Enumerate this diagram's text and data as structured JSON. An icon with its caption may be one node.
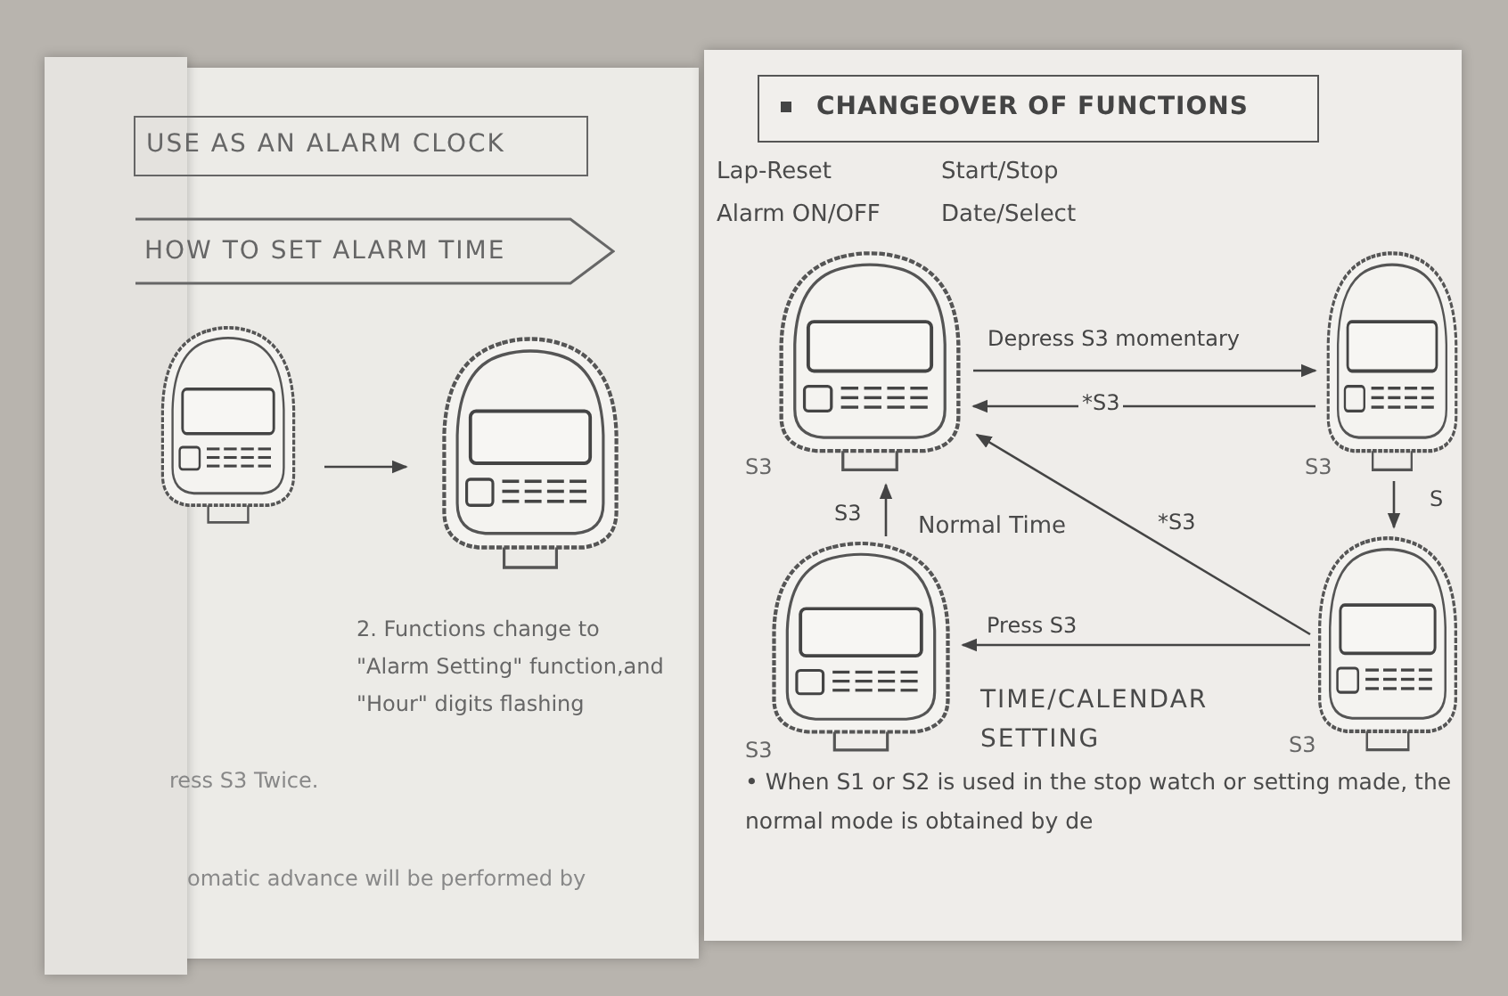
{
  "diagram": {
    "nodes": [
      {
        "text": [
          "USE AS AN ALARM CLOCK"
        ]
      },
      {
        "text": [
          "HOW TO SET ALARM TIME"
        ]
      },
      {
        "text": [],
        "shape": "picture"
      },
      {
        "text": [],
        "shape": "picture",
        "beside": [
          "2. Functions change to \"Alarm Setting\" function,and \"Hour\" digits flashing"
        ]
      },
      {
        "text": [
          "CHANGEOVER OF FUNCTIONS"
        ]
      },
      {
        "text": [],
        "shape": "picture",
        "beside": [
          "S3"
        ]
      },
      {
        "text": [],
        "shape": "picture",
        "beside": [
          "S3"
        ]
      },
      {
        "text": [],
        "shape": "picture",
        "beside": [
          "S3"
        ]
      },
      {
        "text": [],
        "shape": "picture",
        "beside": [
          "S3"
        ]
      }
    ],
    "edges": [
      {
        "from": 2,
        "to": 3,
        "arrow": "to"
      },
      {
        "from": 5,
        "to": 6,
        "arrow": "to",
        "label": "Depress S3 momentary"
      },
      {
        "from": 6,
        "to": 5,
        "arrow": "to",
        "label": "*S3"
      },
      {
        "from": 8,
        "to": 5,
        "arrow": "to",
        "label": "*S3"
      },
      {
        "from": 6,
        "to": 8,
        "arrow": "to",
        "label": "S"
      },
      {
        "from": 8,
        "to": 7,
        "arrow": "to",
        "label": "Press S3"
      },
      {
        "from": 7,
        "to": 5,
        "arrow": "to",
        "label": "S3"
      }
    ],
    "labels": [
      "ress S3 Twice.",
      "Lap-Reset",
      "Start/Stop",
      "Alarm ON/OFF",
      "Date/Select",
      "Normal Time",
      "TIME/CALENDAR SETTING",
      "omatic advance will be performed by",
      "• When S1 or S2 is used in the stop watch or setting made, the normal mode is obtained by de"
    ]
  }
}
